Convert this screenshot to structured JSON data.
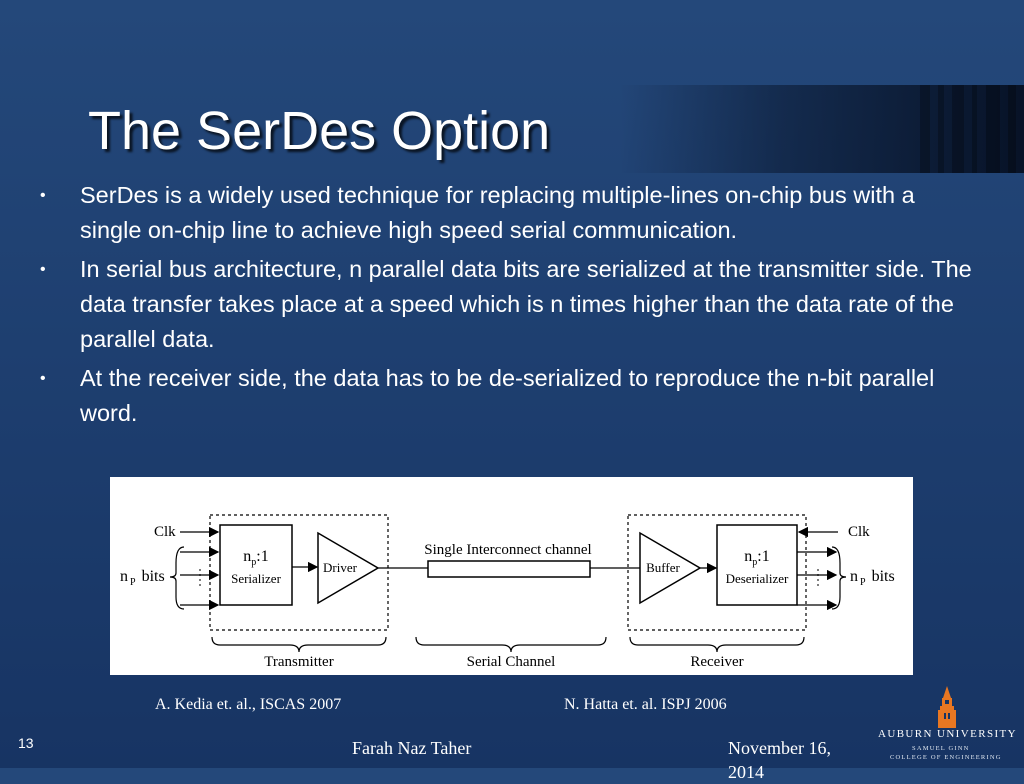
{
  "slide": {
    "title": "The SerDes Option",
    "bullets": [
      "SerDes is a widely used technique for replacing multiple-lines on-chip bus with a single on-chip line to achieve high speed serial communication.",
      "In serial bus architecture, n parallel data bits are serialized at the transmitter side. The data transfer takes place at a speed which is n times higher than the data rate of the parallel data.",
      "At the receiver side, the data has to be de-serialized to reproduce the n-bit parallel word."
    ],
    "bullet_glyph": "•"
  },
  "diagram": {
    "clk_left": "Clk",
    "clk_right": "Clk",
    "np_bits_left_n": "n",
    "np_bits_left_p": "P",
    "np_bits_left_word": "bits",
    "np_bits_right_n": "n",
    "np_bits_right_p": "P",
    "np_bits_right_word": "bits",
    "serializer_line1_n": "n",
    "serializer_line1_p": "p",
    "serializer_line1_rest": ":1",
    "serializer_label": "Serializer",
    "driver_label": "Driver",
    "channel_label": "Single Interconnect channel",
    "buffer_label": "Buffer",
    "deserializer_line1_n": "n",
    "deserializer_line1_p": "p",
    "deserializer_line1_rest": ":1",
    "deserializer_label": "Deserializer",
    "transmitter_label": "Transmitter",
    "serial_channel_label": "Serial Channel",
    "receiver_label": "Receiver"
  },
  "citations": {
    "left": "A. Kedia et. al., ISCAS 2007",
    "right": "N. Hatta et. al. ISPJ 2006"
  },
  "footer": {
    "slide_number": "13",
    "author": "Farah Naz Taher",
    "date": "November 16, 2014"
  },
  "logo": {
    "name": "AUBURN UNIVERSITY",
    "line2": "SAMUEL GINN",
    "line3": "COLLEGE OF ENGINEERING"
  },
  "colors": {
    "background_top": "#24487a",
    "background_bottom": "#173463",
    "logo_orange": "#e87722"
  }
}
